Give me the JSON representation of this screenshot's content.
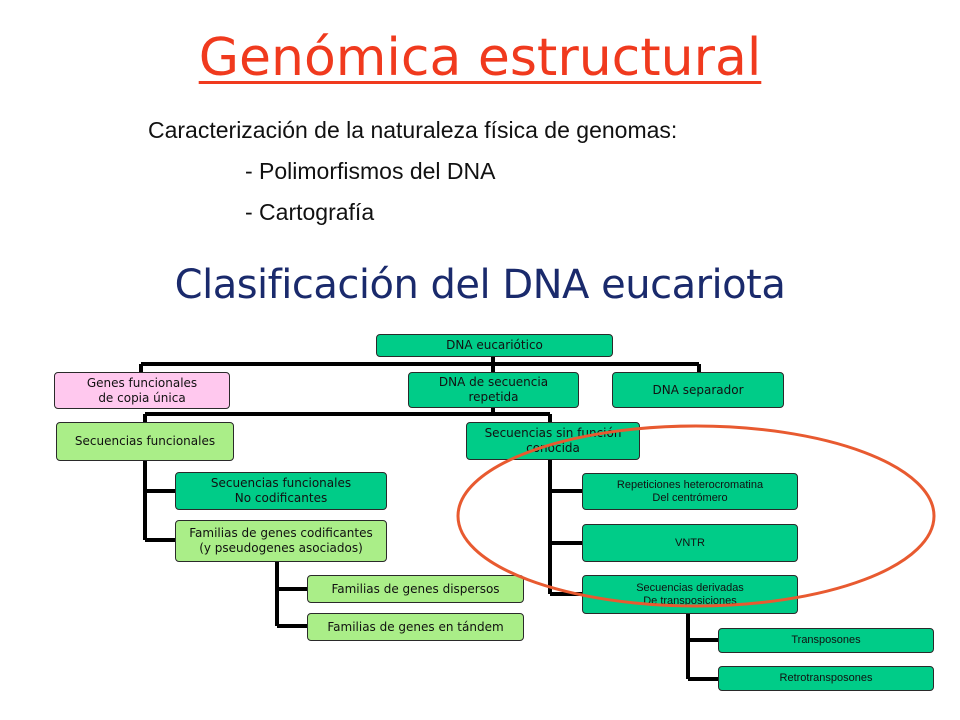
{
  "title": "Genómica estructural",
  "intro": {
    "line": "Caracterización de la naturaleza física de genomas:",
    "bullets": [
      "- Polimorfismos del DNA",
      "- Cartografía"
    ]
  },
  "subtitle": "Clasificación del DNA eucariota",
  "colors": {
    "title": "#f03a1e",
    "subtitle": "#1a2a6c",
    "box_green": "#00cc88",
    "box_light_green": "#aaee88",
    "box_pink": "#ffc8ee",
    "connector": "#000000",
    "highlight": "#e85a30"
  },
  "tree": {
    "root": "DNA eucariótico",
    "unique": "Genes funcionales\nde copia única",
    "repeated": "DNA de secuencia\nrepetida",
    "spacer": "DNA separador",
    "functional": "Secuencias funcionales",
    "functional_noncoding": "Secuencias funcionales\nNo codificantes",
    "gene_families": "Familias de genes codificantes\n(y pseudogenes asociados)",
    "dispersed": "Familias de genes dispersos",
    "tandem": "Familias de genes en tándem",
    "unknown": "Secuencias sin función\nconocida",
    "heterochromatin": "Repeticiones heterocromatina\nDel centrómero",
    "vntr": "VNTR",
    "transposition": "Secuencias derivadas\nDe transposiciones",
    "transposons": "Transposones",
    "retrotransposons": "Retrotransposones"
  }
}
